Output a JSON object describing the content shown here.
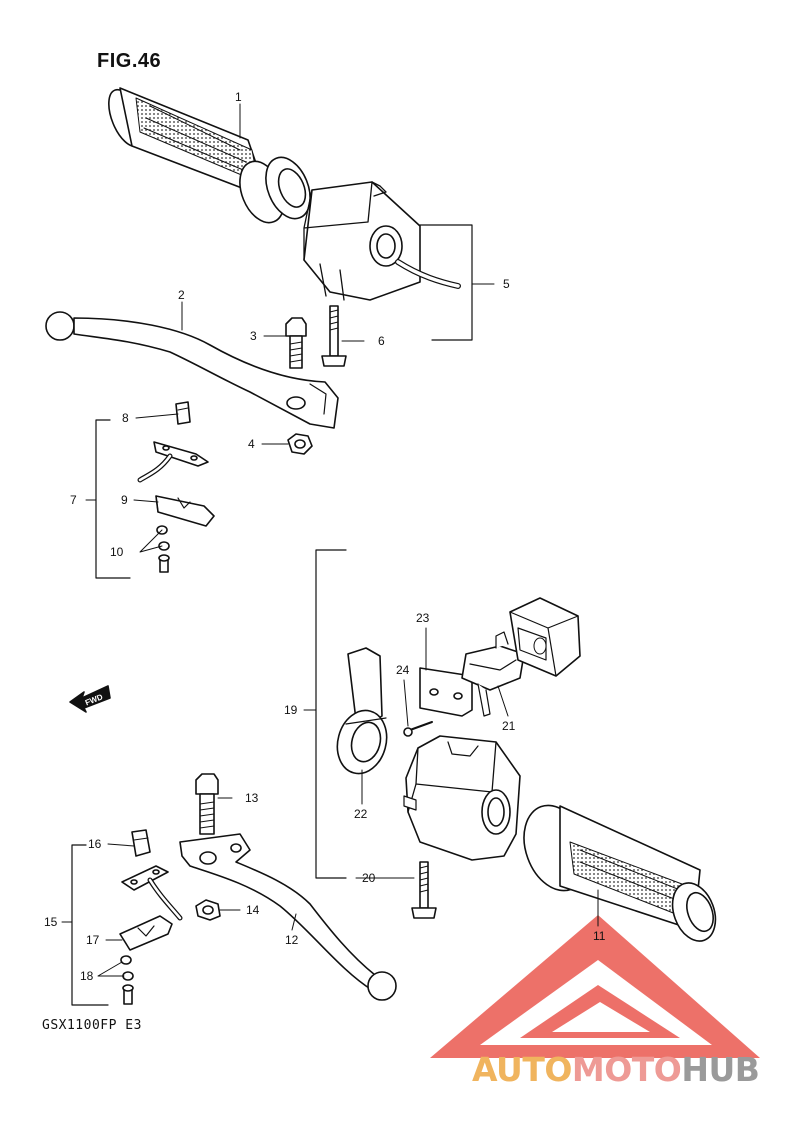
{
  "figure": {
    "title": "FIG.46",
    "model": "GSX1100FP E3"
  },
  "fwd_label": "FWD",
  "watermark": {
    "part1": "AUTO",
    "part2": "MOTO",
    "part3": "HUB"
  },
  "colors": {
    "ink": "#111111",
    "logo_red": "#e8463c",
    "logo_orange": "#f0b45e",
    "logo_pink": "#ee9a95",
    "logo_gray": "#9a9a9a"
  },
  "callouts": [
    "1",
    "2",
    "3",
    "4",
    "5",
    "6",
    "7",
    "8",
    "9",
    "10",
    "11",
    "12",
    "13",
    "14",
    "15",
    "16",
    "17",
    "18",
    "19",
    "20",
    "21",
    "22",
    "23",
    "24"
  ]
}
